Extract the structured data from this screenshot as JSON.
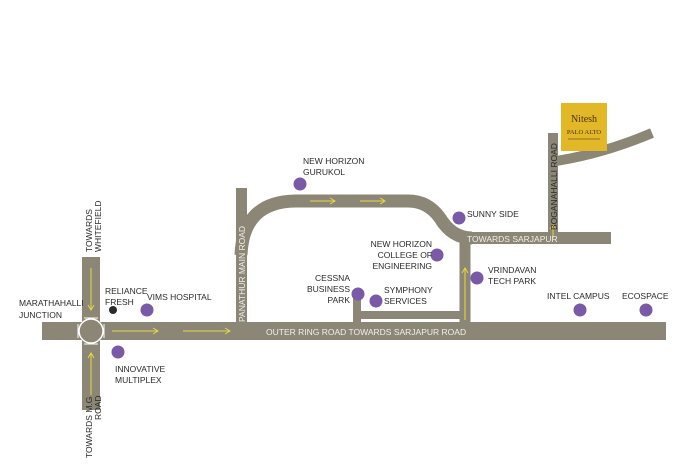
{
  "colors": {
    "road": "#8b8675",
    "poi": "#7a5aa6",
    "arrow": "#e8d64a",
    "logo": "#e2b828"
  },
  "logo": {
    "brand": "Nitesh",
    "project": "PALO ALTO"
  },
  "roads": {
    "outer_ring": "OUTER RING ROAD TOWARDS SARJAPUR ROAD",
    "panathur": "PANATHUR MAIN ROAD",
    "sarjapur": "TOWARDS SARJAPUR",
    "boganahalli": "BOGANAHALLI ROAD",
    "whitefield_1": "TOWARDS",
    "whitefield_2": "WHITEFIELD",
    "mg_1": "TOWARDS M.G",
    "mg_2": "ROAD"
  },
  "places": {
    "marathahalli_1": "MARATHAHALLI",
    "marathahalli_2": "JUNCTION",
    "reliance_1": "RELIANCE",
    "reliance_2": "FRESH",
    "vims": "VIMS HOSPITAL",
    "innovative_1": "INNOVATIVE",
    "innovative_2": "MULTIPLEX",
    "gurukol_1": "NEW HORIZON",
    "gurukol_2": "GURUKOL",
    "sunny": "SUNNY SIDE",
    "nhce_1": "NEW HORIZON",
    "nhce_2": "COLLEGE OF",
    "nhce_3": "ENGINEERING",
    "cessna_1": "CESSNA",
    "cessna_2": "BUSINESS",
    "cessna_3": "PARK",
    "symphony_1": "SYMPHONY",
    "symphony_2": "SERVICES",
    "vrindavan_1": "VRINDAVAN",
    "vrindavan_2": "TECH PARK",
    "intel": "INTEL CAMPUS",
    "ecospace": "ECOSPACE"
  }
}
